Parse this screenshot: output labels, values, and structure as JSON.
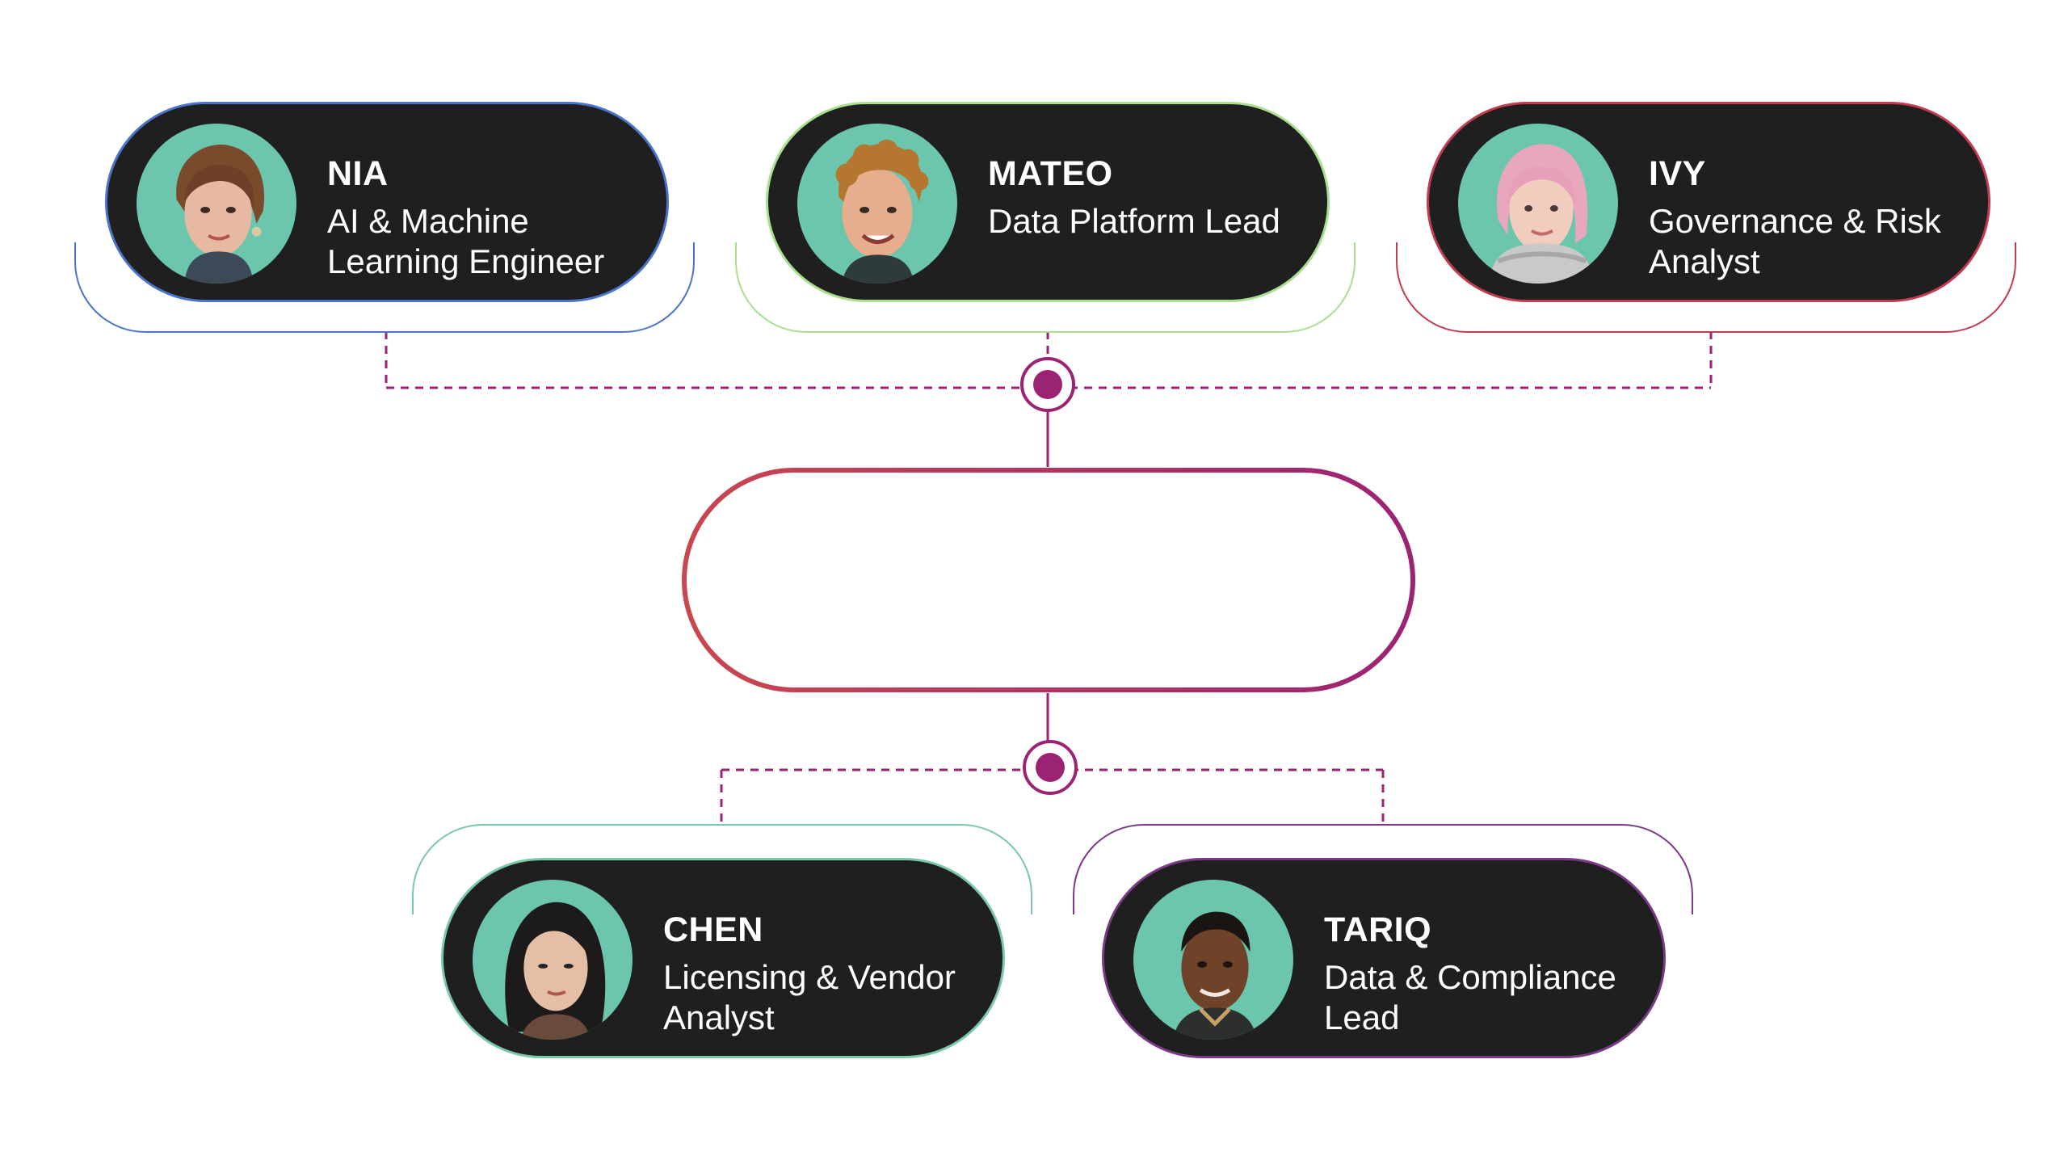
{
  "colors": {
    "card_background": "#1f1f1f",
    "avatar_background": "#6cc5ad",
    "connector": "#9b2373",
    "center_gradient_start": "#c9474f",
    "center_gradient_end": "#9b2373"
  },
  "team_top": [
    {
      "name": "NIA",
      "role": "AI & Machine Learning Engineer",
      "accent": "#4a74c9"
    },
    {
      "name": "MATEO",
      "role": "Data Platform Lead",
      "accent": "#a9e08f"
    },
    {
      "name": "IVY",
      "role": "Governance & Risk Analyst",
      "accent": "#c23b50"
    }
  ],
  "team_bottom": [
    {
      "name": "CHEN",
      "role": "Licensing & Vendor Analyst",
      "accent": "#79c9a7"
    },
    {
      "name": "TARIQ",
      "role": "Data & Compliance Lead",
      "accent": "#7a3a86"
    }
  ],
  "center": {
    "label": ""
  }
}
